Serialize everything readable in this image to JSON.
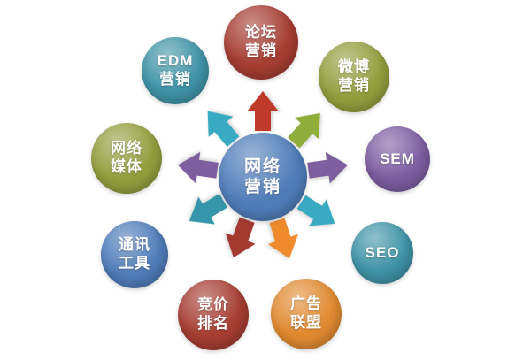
{
  "diagram": {
    "center": {
      "id": "network-marketing",
      "line1": "网络",
      "line2": "营销",
      "color": "#4f7cb8"
    },
    "nodes": [
      {
        "id": "forum-marketing",
        "line1": "论坛",
        "line2": "营销",
        "color": "#a53d33"
      },
      {
        "id": "weibo-marketing",
        "line1": "微博",
        "line2": "营销",
        "color": "#939e3d"
      },
      {
        "id": "sem",
        "line1": "SEM",
        "line2": "",
        "color": "#7c5da0"
      },
      {
        "id": "seo",
        "line1": "SEO",
        "line2": "",
        "color": "#3f93a6"
      },
      {
        "id": "ad-alliance",
        "line1": "广告",
        "line2": "联盟",
        "color": "#e08a31"
      },
      {
        "id": "ppc-ranking",
        "line1": "竞价",
        "line2": "排名",
        "color": "#a53d33"
      },
      {
        "id": "im-tools",
        "line1": "通讯",
        "line2": "工具",
        "color": "#4f7cb8"
      },
      {
        "id": "web-media",
        "line1": "网络",
        "line2": "媒体",
        "color": "#939e3d"
      },
      {
        "id": "edm-marketing",
        "line1": "EDM",
        "line2": "营销",
        "color": "#3f93a6"
      }
    ],
    "arrows": [
      {
        "to": "forum-marketing",
        "color": "#bf3a2b"
      },
      {
        "to": "weibo-marketing",
        "color": "#8fad3b"
      },
      {
        "to": "sem",
        "color": "#7d5e9e"
      },
      {
        "to": "seo",
        "color": "#38abc3"
      },
      {
        "to": "ad-alliance",
        "color": "#ef8b2d"
      },
      {
        "to": "ppc-ranking",
        "color": "#a23a31"
      },
      {
        "to": "im-tools",
        "color": "#3596ab"
      },
      {
        "to": "web-media",
        "color": "#7d5e9e"
      },
      {
        "to": "edm-marketing",
        "color": "#38abc3"
      }
    ]
  }
}
